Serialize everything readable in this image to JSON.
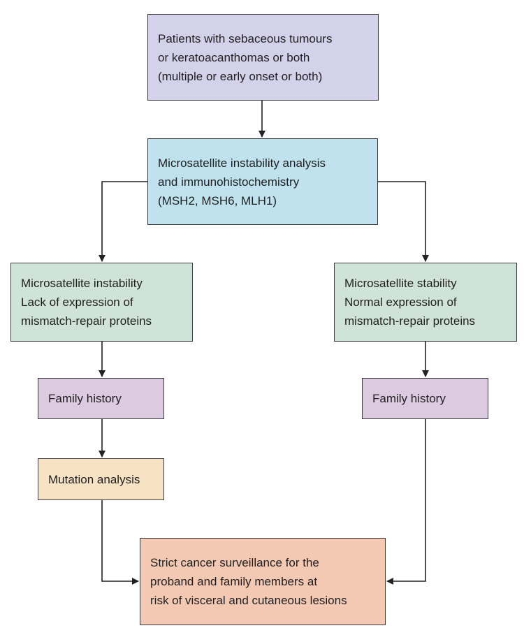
{
  "nodes": {
    "start": {
      "lines": [
        "Patients with sebaceous tumours",
        "or keratoacanthomas or both",
        "(multiple or early onset or both)"
      ]
    },
    "msi_ihc": {
      "lines": [
        "Microsatellite instability analysis",
        "and immunohistochemistry",
        "(MSH2, MSH6, MLH1)"
      ]
    },
    "instability": {
      "lines": [
        "Microsatellite instability",
        "Lack of expression of",
        "mismatch-repair proteins"
      ]
    },
    "stability": {
      "lines": [
        "Microsatellite stability",
        "Normal expression of",
        "mismatch-repair proteins"
      ]
    },
    "family_history_left": {
      "label": "Family history"
    },
    "family_history_right": {
      "label": "Family history"
    },
    "mutation": {
      "label": "Mutation analysis"
    },
    "surveillance": {
      "lines": [
        "Strict cancer surveillance for the",
        "proband and family members at",
        "risk of visceral and cutaneous lesions"
      ]
    }
  },
  "colors": {
    "start": "#d4d2ea",
    "msi_ihc": "#bfe2ee",
    "outcome": "#cfe3d9",
    "family_history": "#dccbe0",
    "mutation": "#f7e2c4",
    "surveillance": "#f4c9b4",
    "border": "#3a3a3a",
    "arrow": "#222222"
  }
}
